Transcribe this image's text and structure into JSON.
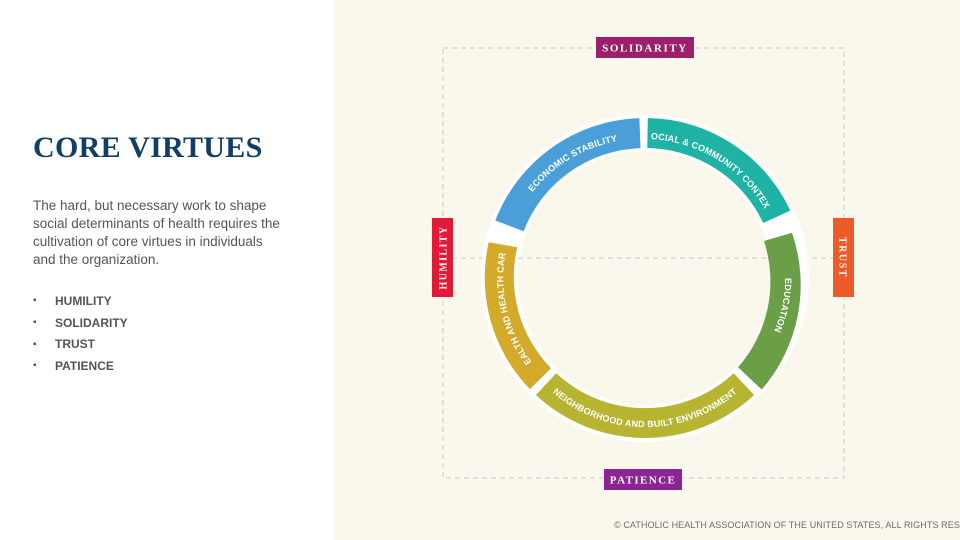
{
  "left_panel": {
    "title": "CORE VIRTUES",
    "description": "The hard, but necessary work to shape social determinants of health requires the cultivation of core virtues in individuals and the organization.",
    "bullets": [
      "HUMILITY",
      "SOLIDARITY",
      "TRUST",
      "PATIENCE"
    ],
    "bullet_glyph": "▪"
  },
  "diagram": {
    "virtues": {
      "top": {
        "label": "SOLIDARITY",
        "color": "#9b1f6b"
      },
      "left": {
        "label": "HUMILITY",
        "color": "#e31937"
      },
      "right": {
        "label": "TRUST",
        "color": "#ee5a2a"
      },
      "bottom": {
        "label": "PATIENCE",
        "color": "#8b2593"
      }
    },
    "ring_segments": [
      {
        "label": "SOCIAL & COMMUNITY CONTEXT",
        "color": "#1fb3a6"
      },
      {
        "label": "EDUCATION",
        "color": "#6a9f48"
      },
      {
        "label": "NEIGHBORHOOD AND BUILT ENVIRONMENT",
        "color": "#b6b431"
      },
      {
        "label": "HEALTH AND HEALTH CARE",
        "color": "#d4aa2a"
      },
      {
        "label": "ECONOMIC STABILITY",
        "color": "#4b9fd9"
      }
    ],
    "panel_background": "#faf8ed",
    "dash_color": "#c9c9c9"
  },
  "footer": {
    "copyright": "© CATHOLIC HEALTH ASSOCIATION OF THE UNITED STATES, ALL RIGHTS RESERVED."
  }
}
